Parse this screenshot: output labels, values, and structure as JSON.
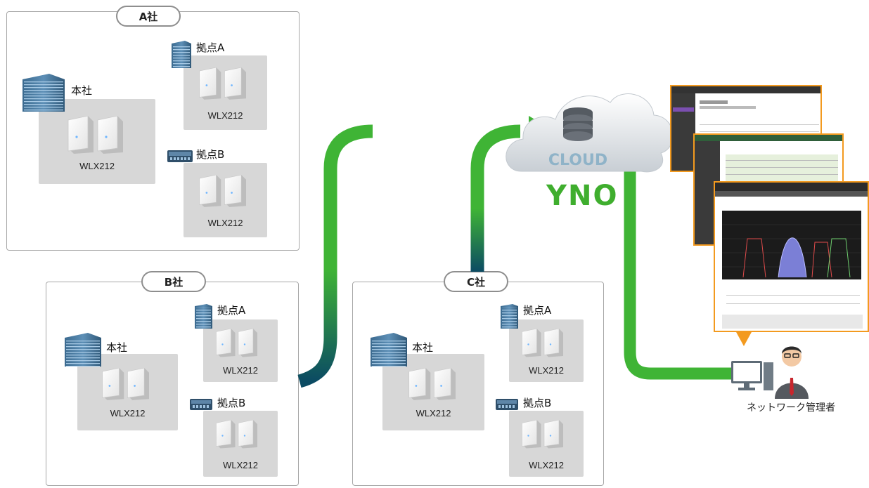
{
  "companies": [
    {
      "name": "A社",
      "hq_label": "本社",
      "ap_label": "WLX212",
      "site_a": {
        "label": "拠点A",
        "ap_label": "WLX212"
      },
      "site_b": {
        "label": "拠点B",
        "ap_label": "WLX212"
      }
    },
    {
      "name": "B社",
      "hq_label": "本社",
      "ap_label": "WLX212",
      "site_a": {
        "label": "拠点A",
        "ap_label": "WLX212"
      },
      "site_b": {
        "label": "拠点B",
        "ap_label": "WLX212"
      }
    },
    {
      "name": "C社",
      "hq_label": "本社",
      "ap_label": "WLX212",
      "site_a": {
        "label": "拠点A",
        "ap_label": "WLX212"
      },
      "site_b": {
        "label": "拠点B",
        "ap_label": "WLX212"
      }
    }
  ],
  "cloud": {
    "label": "CLOUD",
    "service": "YNO"
  },
  "admin": {
    "label": "ネットワーク管理者"
  },
  "colors": {
    "link_green": "#3fb435",
    "link_dark": "#0b4b63",
    "tag_border": "#8e8e8e",
    "panel_gray": "#d7d7d7",
    "screen_border": "#f39a1f"
  }
}
